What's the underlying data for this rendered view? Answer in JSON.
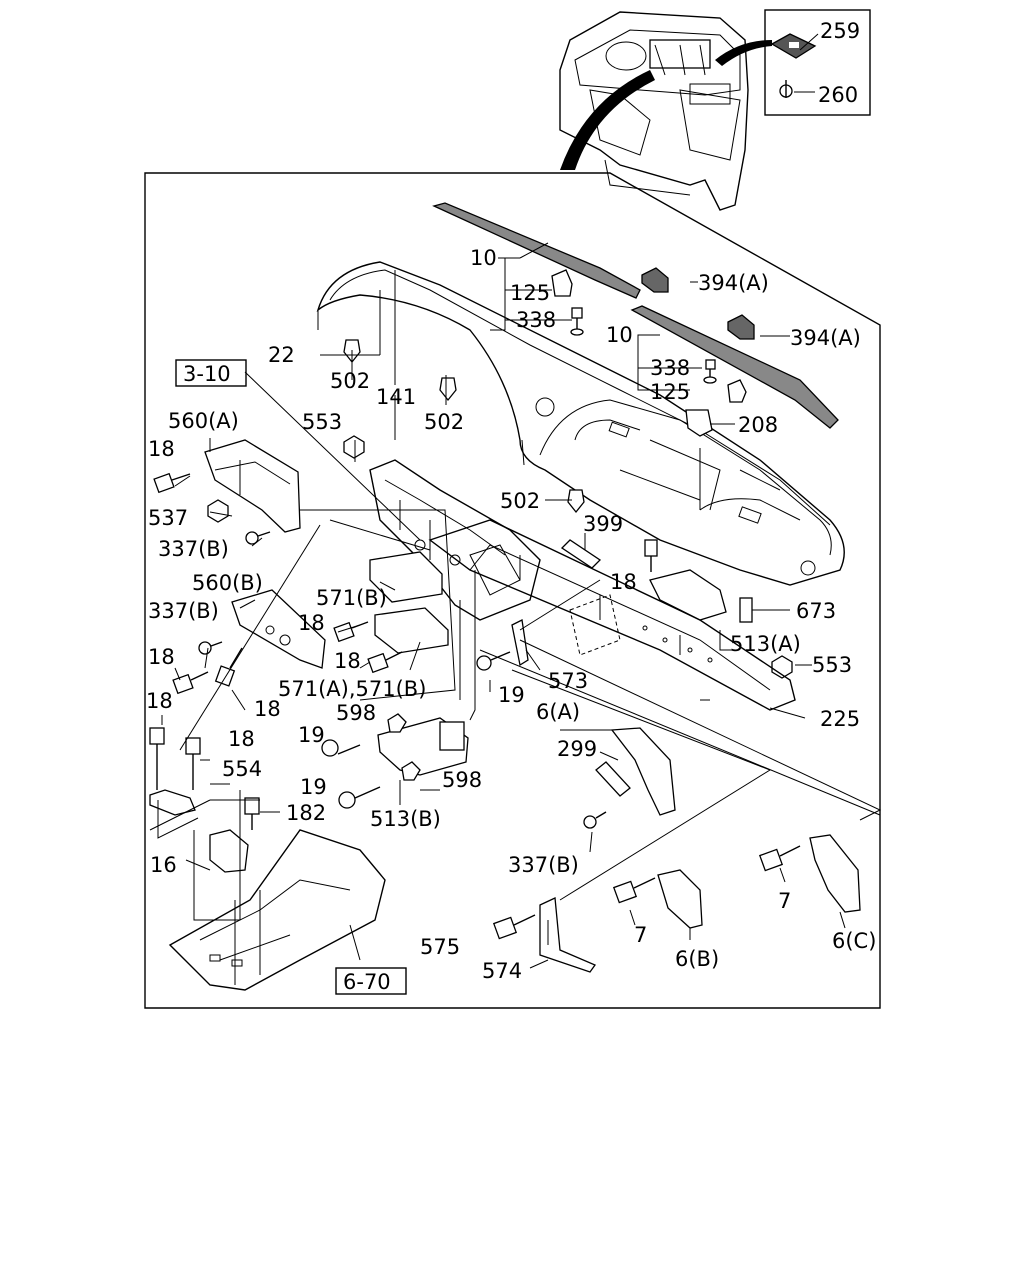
{
  "diagram": {
    "labels": {
      "p259": "259",
      "p260": "260",
      "p10a": "10",
      "p10b": "10",
      "p394a": "394(A)",
      "p394b": "394(A)",
      "p125a": "125",
      "p125b": "125",
      "p338a": "338",
      "p338b": "338",
      "p22": "22",
      "p502a": "502",
      "p502b": "502",
      "p502c": "502",
      "p141": "141",
      "p208": "208",
      "p3_10": "3-10",
      "p553a": "553",
      "p553b": "553",
      "p560a": "560(A)",
      "p560b": "560(B)",
      "p18a": "18",
      "p18b": "18",
      "p18c": "18",
      "p18d": "18",
      "p18e": "18",
      "p18f": "18",
      "p18g": "18",
      "p18h": "18",
      "p537": "537",
      "p337a": "337(B)",
      "p337b": "337(B)",
      "p337c": "337(B)",
      "p399": "399",
      "p571b": "571(B)",
      "p571ab": "571(A),571(B)",
      "p673": "673",
      "p513a": "513(A)",
      "p513b": "513(B)",
      "p225": "225",
      "p19a": "19",
      "p19b": "19",
      "p19c": "19",
      "p573": "573",
      "p598a": "598",
      "p598b": "598",
      "p6a": "6(A)",
      "p6b": "6(B)",
      "p6c": "6(C)",
      "p299": "299",
      "p554": "554",
      "p182": "182",
      "p16": "16",
      "p6_70": "6-70",
      "p575": "575",
      "p574": "574",
      "p7a": "7",
      "p7b": "7"
    }
  }
}
